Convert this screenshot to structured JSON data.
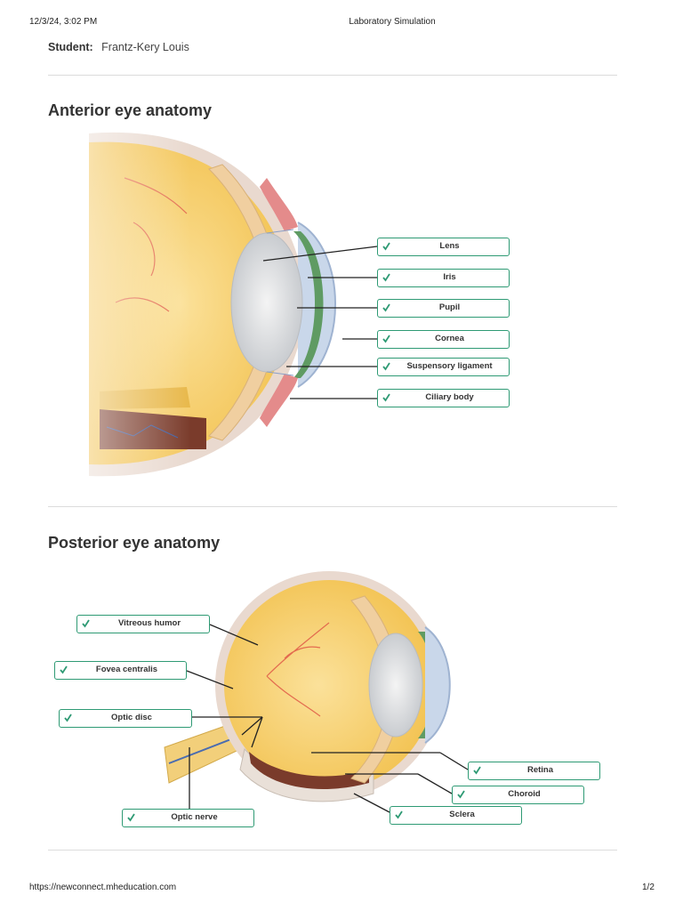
{
  "header": {
    "datetime": "12/3/24, 3:02 PM",
    "title": "Laboratory Simulation"
  },
  "student": {
    "label": "Student:",
    "name": "Frantz-Kery Louis"
  },
  "sections": [
    {
      "title": "Anterior eye anatomy",
      "labels": [
        "Lens",
        "Iris",
        "Pupil",
        "Cornea",
        "Suspensory ligament",
        "Ciliary body"
      ]
    },
    {
      "title": "Posterior eye anatomy",
      "labels": [
        "Vitreous humor",
        "Fovea centralis",
        "Optic disc",
        "Retina",
        "Choroid",
        "Sclera",
        "Optic nerve"
      ]
    }
  ],
  "footer": {
    "url": "https://newconnect.mheducation.com",
    "page": "1/2"
  },
  "colors": {
    "tag_border": "#2e9a74",
    "check": "#2e9a74",
    "rule": "#dcdcdc"
  },
  "icons": {
    "tag_icon": "check-icon"
  }
}
